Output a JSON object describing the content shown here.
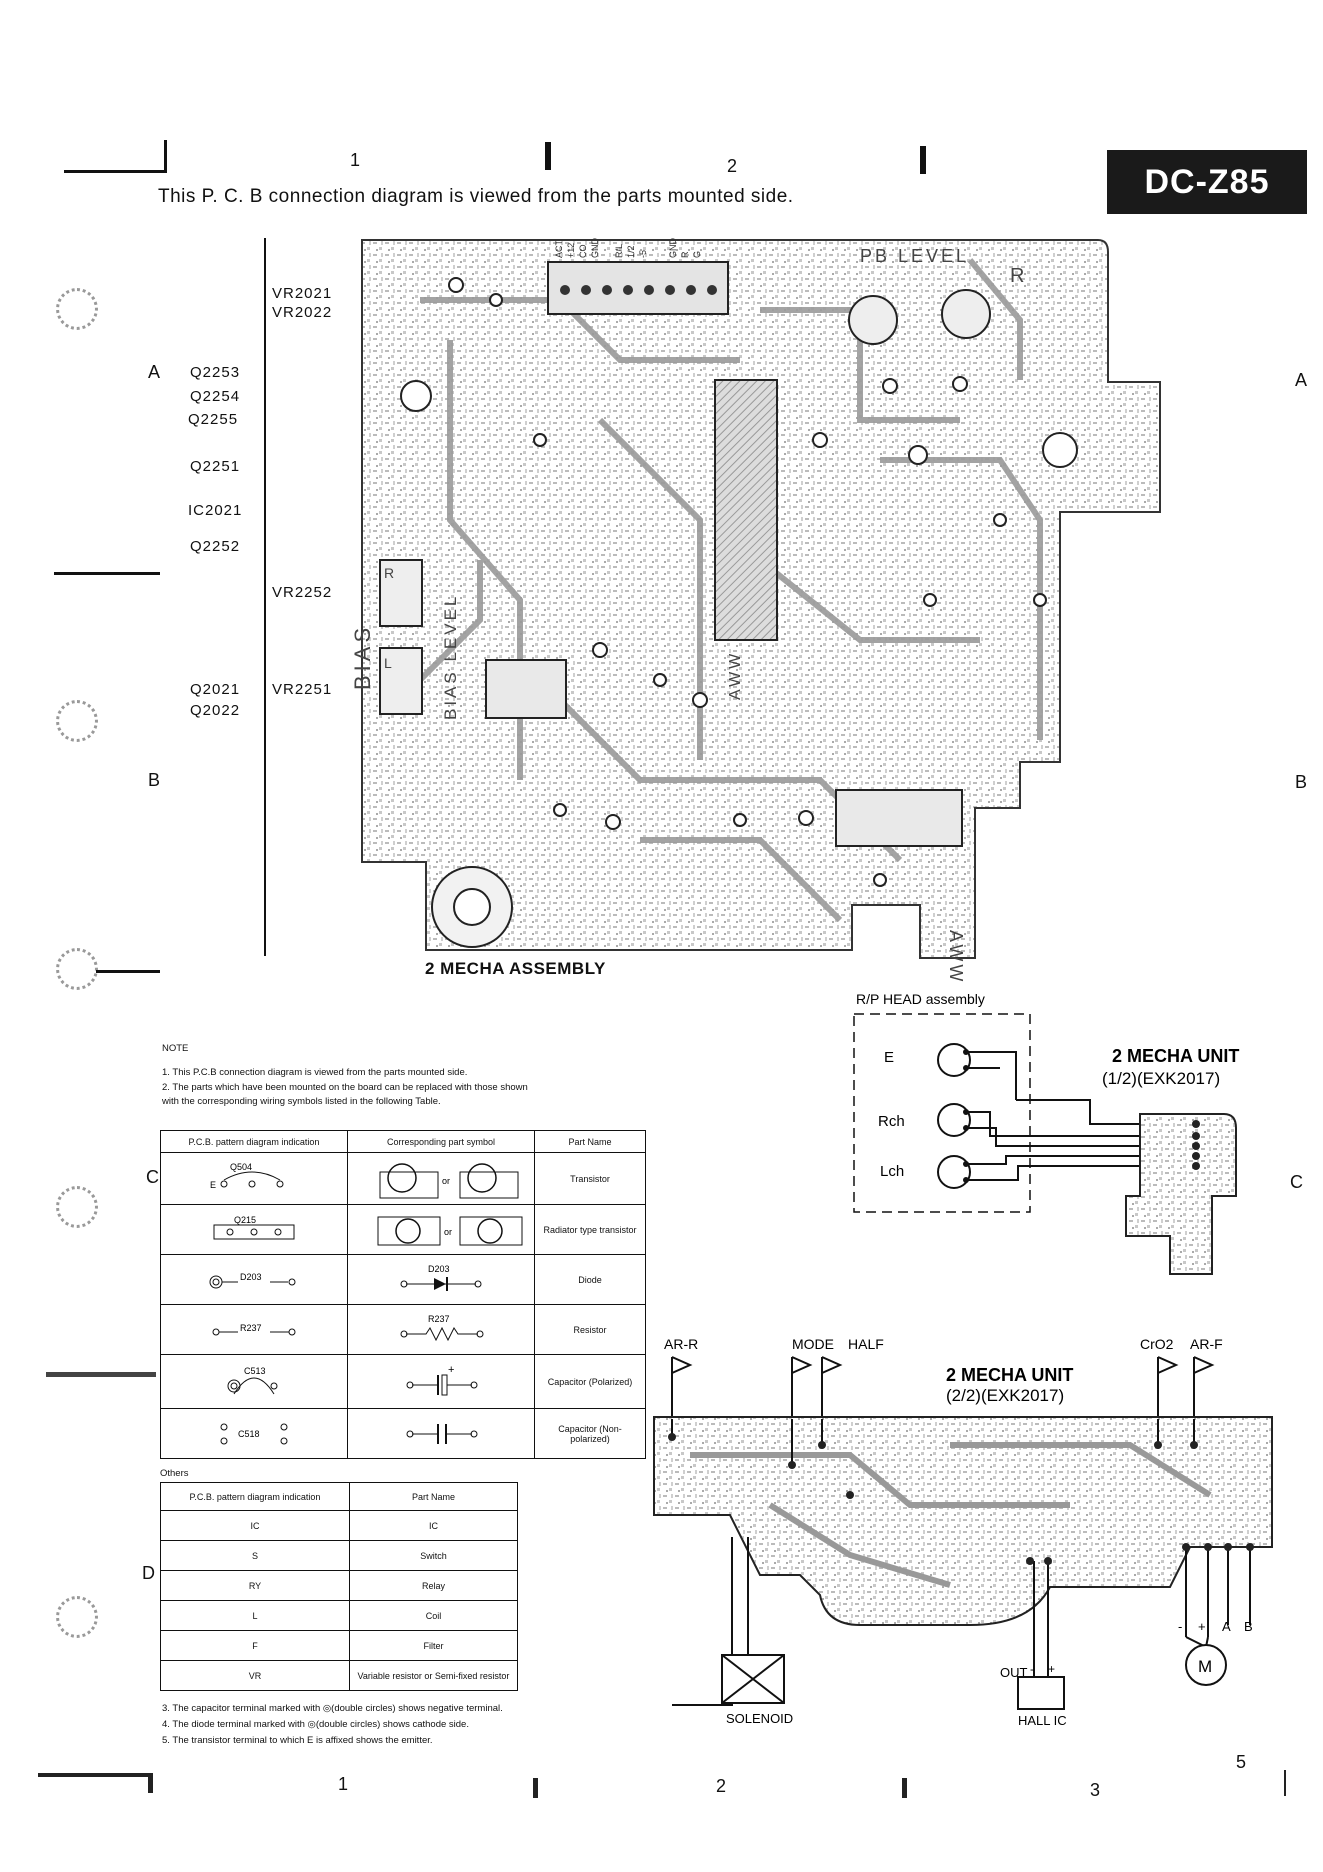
{
  "model": "DC-Z85",
  "sheet_title": "This P. C. B connection diagram is viewed from the parts mounted side.",
  "page_number": "5",
  "columns_top": [
    "1",
    "2"
  ],
  "columns_bottom": [
    "1",
    "2",
    "3"
  ],
  "rows_left": [
    "A",
    "B",
    "C",
    "D"
  ],
  "rows_right": [
    "A",
    "B",
    "C"
  ],
  "component_labels": [
    {
      "id": "vr2021",
      "text": "VR2021"
    },
    {
      "id": "vr2022",
      "text": "VR2022"
    },
    {
      "id": "q2253",
      "text": "Q2253"
    },
    {
      "id": "q2254",
      "text": "Q2254"
    },
    {
      "id": "q2255",
      "text": "Q2255"
    },
    {
      "id": "q2251",
      "text": "Q2251"
    },
    {
      "id": "ic2021",
      "text": "IC2021"
    },
    {
      "id": "q2252",
      "text": "Q2252"
    },
    {
      "id": "vr2252",
      "text": "VR2252"
    },
    {
      "id": "q2021",
      "text": "Q2021"
    },
    {
      "id": "q2022",
      "text": "Q2022"
    },
    {
      "id": "vr2251",
      "text": "VR2251"
    }
  ],
  "board": {
    "caption": "2 MECHA ASSEMBLY",
    "pb_level": "PB LEVEL",
    "bias": "BIAS",
    "bias_level": "BIAS LEVEL",
    "r_mark": "R",
    "l_mark": "L",
    "aww": "AWW",
    "edge_labels": [
      "ACT",
      "+12",
      "CO",
      "GND",
      "R/L",
      "1/2",
      "-5",
      "GND",
      "R",
      "G"
    ]
  },
  "rp_head": {
    "title": "R/P HEAD assembly",
    "pins": [
      "E",
      "Rch",
      "Lch"
    ]
  },
  "mecha_unit_1": {
    "line1": "2 MECHA UNIT",
    "line2": "(1/2)(EXK2017)"
  },
  "mecha_unit_2": {
    "line1": "2 MECHA UNIT",
    "line2": "(2/2)(EXK2017)"
  },
  "switches": [
    "AR-R",
    "MODE",
    "HALF",
    "CrO2",
    "AR-F"
  ],
  "solenoid": "SOLENOID",
  "hall_ic": "HALL IC",
  "out_label": "OUT",
  "motor_label": "M",
  "motor_pins": [
    "-",
    "+",
    "A",
    "B"
  ],
  "hall_pins": [
    "-",
    "+"
  ],
  "note": {
    "title": "NOTE",
    "items": [
      "1.  This P.C.B connection diagram is viewed from the parts mounted side.",
      "2.  The parts which have been mounted on the board can be replaced with those shown",
      "     with the corresponding wiring symbols listed in the following Table."
    ],
    "table_headers": [
      "P.C.B. pattern diagram indication",
      "Corresponding part symbol",
      "Part Name"
    ],
    "rows": [
      {
        "indication": "Q504",
        "symbol": "",
        "name": "Transistor"
      },
      {
        "indication": "Q215",
        "symbol": "",
        "name": "Radiator type transistor"
      },
      {
        "indication": "D203",
        "symbol": "D203",
        "name": "Diode"
      },
      {
        "indication": "R237",
        "symbol": "R237",
        "name": "Resistor"
      },
      {
        "indication": "C513",
        "symbol": "",
        "name": "Capacitor (Polarized)"
      },
      {
        "indication": "C518",
        "symbol": "",
        "name": "Capacitor (Non-polarized)"
      }
    ],
    "others_title": "Others",
    "others_headers": [
      "P.C.B. pattern diagram indication",
      "Part Name"
    ],
    "others": [
      {
        "indication": "IC",
        "name": "IC"
      },
      {
        "indication": "S",
        "name": "Switch"
      },
      {
        "indication": "RY",
        "name": "Relay"
      },
      {
        "indication": "L",
        "name": "Coil"
      },
      {
        "indication": "F",
        "name": "Filter"
      },
      {
        "indication": "VR",
        "name": "Variable resistor or Semi-fixed resistor"
      }
    ],
    "footnotes": [
      "3.  The capacitor terminal marked with ◎(double circles) shows negative terminal.",
      "4.  The diode terminal marked with ◎(double circles) shows cathode side.",
      "5.  The transistor terminal to which E is affixed shows the emitter."
    ]
  }
}
